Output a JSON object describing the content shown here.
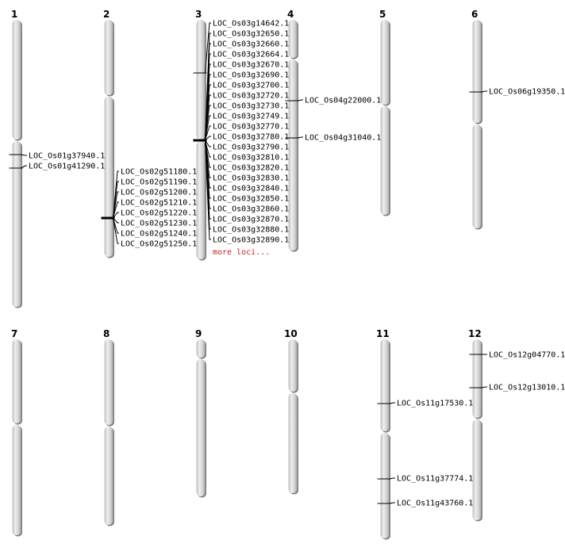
{
  "colors": {
    "chrom_fill": "#d3d3d3",
    "chrom_highlight": "#efefef",
    "chrom_shadow": "#7f7f7f",
    "line": "#000000",
    "more_loci": "#cc2222"
  },
  "chromosomes": [
    {
      "number": "1",
      "genes": [
        {
          "locus": "LOC_Os01g37940.1"
        },
        {
          "locus": "LOC_Os01g41290.1"
        }
      ]
    },
    {
      "number": "2",
      "genes": [
        {
          "locus": "LOC_Os02g51180.1"
        },
        {
          "locus": "LOC_Os02g51190.1"
        },
        {
          "locus": "LOC_Os02g51200.1"
        },
        {
          "locus": "LOC_Os02g51210.1"
        },
        {
          "locus": "LOC_Os02g51220.1"
        },
        {
          "locus": "LOC_Os02g51230.1"
        },
        {
          "locus": "LOC_Os02g51240.1"
        },
        {
          "locus": "LOC_Os02g51250.1"
        }
      ]
    },
    {
      "number": "3",
      "more_text": "more loci...",
      "genes": [
        {
          "locus": "LOC_Os03g14642.1"
        },
        {
          "locus": "LOC_Os03g32650.1"
        },
        {
          "locus": "LOC_Os03g32660.1"
        },
        {
          "locus": "LOC_Os03g32664.1"
        },
        {
          "locus": "LOC_Os03g32670.1"
        },
        {
          "locus": "LOC_Os03g32690.1"
        },
        {
          "locus": "LOC_Os03g32700.1"
        },
        {
          "locus": "LOC_Os03g32720.1"
        },
        {
          "locus": "LOC_Os03g32730.1"
        },
        {
          "locus": "LOC_Os03g32749.1"
        },
        {
          "locus": "LOC_Os03g32770.1"
        },
        {
          "locus": "LOC_Os03g32780.1"
        },
        {
          "locus": "LOC_Os03g32790.1"
        },
        {
          "locus": "LOC_Os03g32810.1"
        },
        {
          "locus": "LOC_Os03g32820.1"
        },
        {
          "locus": "LOC_Os03g32830.1"
        },
        {
          "locus": "LOC_Os03g32840.1"
        },
        {
          "locus": "LOC_Os03g32850.1"
        },
        {
          "locus": "LOC_Os03g32860.1"
        },
        {
          "locus": "LOC_Os03g32870.1"
        },
        {
          "locus": "LOC_Os03g32880.1"
        },
        {
          "locus": "LOC_Os03g32890.1"
        }
      ]
    },
    {
      "number": "4",
      "genes": [
        {
          "locus": "LOC_Os04g22000.1"
        },
        {
          "locus": "LOC_Os04g31040.1"
        }
      ]
    },
    {
      "number": "5",
      "genes": []
    },
    {
      "number": "6",
      "genes": [
        {
          "locus": "LOC_Os06g19350.1"
        }
      ]
    },
    {
      "number": "7",
      "genes": []
    },
    {
      "number": "8",
      "genes": []
    },
    {
      "number": "9",
      "genes": []
    },
    {
      "number": "10",
      "genes": []
    },
    {
      "number": "11",
      "genes": [
        {
          "locus": "LOC_Os11g17530.1"
        },
        {
          "locus": "LOC_Os11g37774.1"
        },
        {
          "locus": "LOC_Os11g43760.1"
        }
      ]
    },
    {
      "number": "12",
      "genes": [
        {
          "locus": "LOC_Os12g04770.1"
        },
        {
          "locus": "LOC_Os12g13010.1"
        }
      ]
    }
  ]
}
